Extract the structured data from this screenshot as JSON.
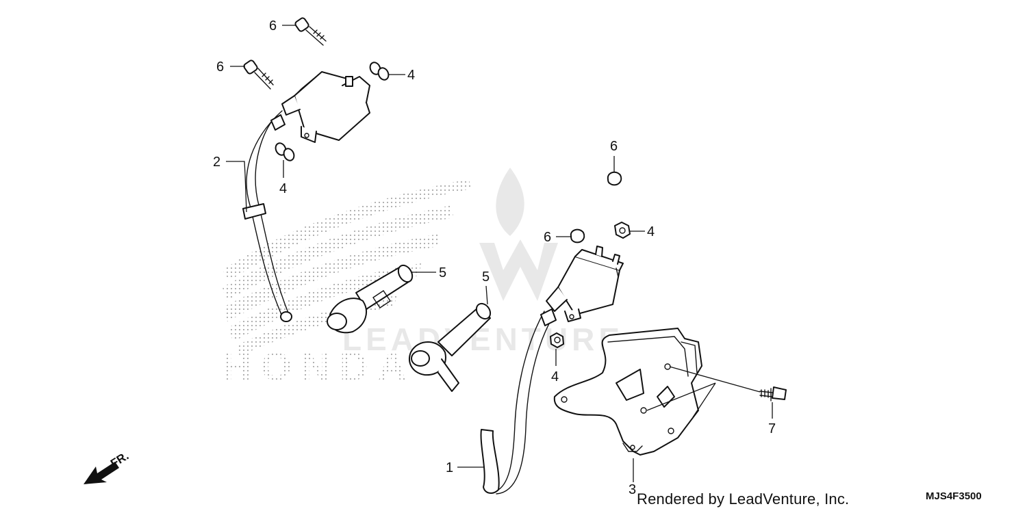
{
  "diagram": {
    "callouts": {
      "bolt_top": "6",
      "bolt_left": "6",
      "washer_top_right": "4",
      "hose_left": "2",
      "washer_left": "4",
      "cap_left": "5",
      "cap_center": "5",
      "cap_right_top": "6",
      "cap_right_mid": "6",
      "nut_right": "4",
      "nut_lower": "4",
      "bolt_right": "7",
      "hose_right": "1",
      "bracket": "3"
    },
    "direction_arrow": "FR.",
    "watermark": {
      "brand": "HONDA",
      "publisher": "LEADVENTURE"
    },
    "credit": "Rendered by LeadVenture, Inc.",
    "diagram_code": "MJS4F3500"
  }
}
